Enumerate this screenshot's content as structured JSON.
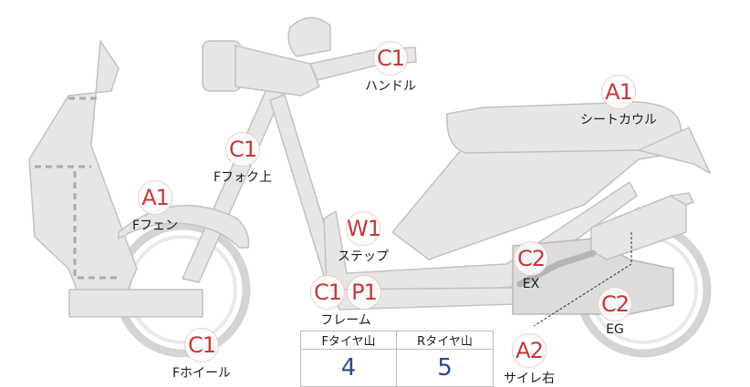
{
  "callouts": {
    "handle": {
      "badge": "C1",
      "label": "ハンドル"
    },
    "seat_cowl": {
      "badge": "A1",
      "label": "シートカウル"
    },
    "f_fork": {
      "badge": "C1",
      "label": "Fフォク上"
    },
    "f_fender": {
      "badge": "A1",
      "label": "Fフェン"
    },
    "step": {
      "badge": "W1",
      "label": "ステップ"
    },
    "frame": {
      "badge_1": "C1",
      "badge_2": "P1",
      "label": "フレーム"
    },
    "ex": {
      "badge": "C2",
      "label": "EX"
    },
    "eg": {
      "badge": "C2",
      "label": "EG"
    },
    "f_wheel": {
      "badge": "C1",
      "label": "Fホイール"
    },
    "side_right": {
      "badge": "A2",
      "label": "サイレ右"
    }
  },
  "tread_table": {
    "headers": [
      "Fタイヤ山",
      "Rタイヤ山"
    ],
    "values": [
      "4",
      "5"
    ]
  },
  "colors": {
    "badge_text": "#c43a3a",
    "value_text": "#2c4a87",
    "part_fill": "#e6e6e5"
  }
}
